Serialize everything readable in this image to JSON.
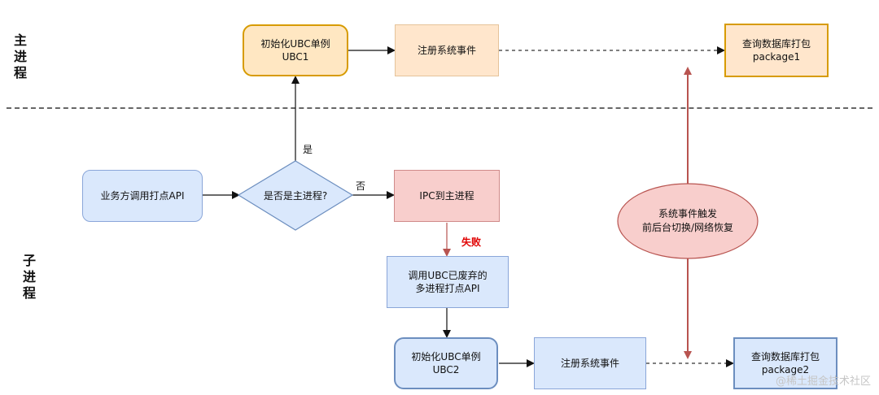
{
  "lanes": {
    "main_process": [
      "主",
      "进",
      "程"
    ],
    "child_process": [
      "子",
      "进",
      "程"
    ]
  },
  "nodes": {
    "init_ubc1": [
      "初始化UBC单例",
      "UBC1"
    ],
    "register_main": [
      "注册系统事件"
    ],
    "query_package1": [
      "查询数据库打包",
      "package1"
    ],
    "business_call": [
      "业务方调用打点API"
    ],
    "is_main_process": [
      "是否是主进程?"
    ],
    "ipc_to_main": [
      "IPC到主进程"
    ],
    "deprecated_api": [
      "调用UBC已废弃的",
      "多进程打点API"
    ],
    "init_ubc2": [
      "初始化UBC单例",
      "UBC2"
    ],
    "register_child": [
      "注册系统事件"
    ],
    "query_package2": [
      "查询数据库打包",
      "package2"
    ],
    "system_event": [
      "系统事件触发",
      "前后台切换/网络恢复"
    ]
  },
  "edge_labels": {
    "yes": "是",
    "no": "否",
    "fail": "失败"
  },
  "watermark": "@稀土掘金技术社区",
  "colors": {
    "orange_fill": "#ffe6cc",
    "orange_border": "#d79b00",
    "blue_fill": "#dae8fc",
    "blue_border": "#6c8ebf",
    "pink_fill": "#f8cecc",
    "pink_border": "#b85450",
    "event_fill": "#f8cecc",
    "event_border": "#b85450",
    "fail_text": "#e00000"
  }
}
